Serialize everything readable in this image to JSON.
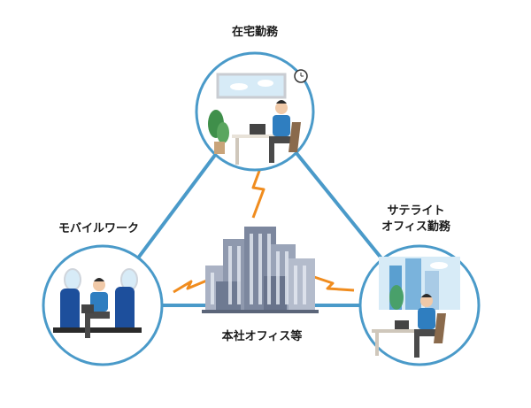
{
  "nodes": {
    "home": {
      "label": "在宅勤務"
    },
    "mobile": {
      "label": "モバイルワーク"
    },
    "satellite": {
      "line1": "サテライト",
      "line2": "オフィス勤務"
    },
    "office": {
      "label": "本社オフィス等"
    }
  },
  "colors": {
    "triangle": "#4a9ac9",
    "circle_border": "#4a9ac9",
    "lightning": "#f08c1e",
    "sky": "#d7ebf7",
    "person_shirt": "#2f7ec0",
    "seat": "#1d4f9c"
  }
}
